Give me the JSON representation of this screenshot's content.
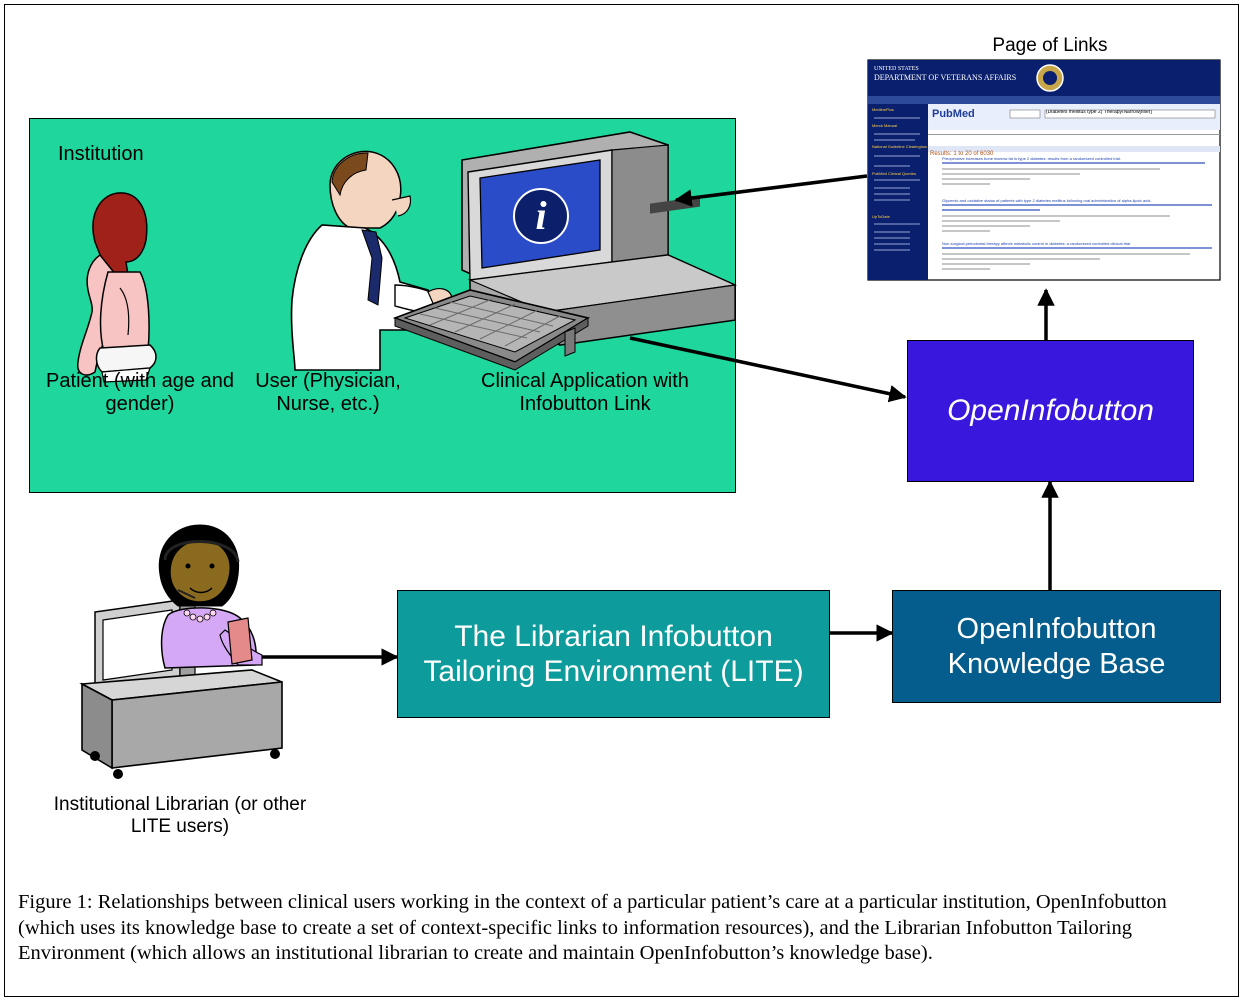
{
  "page_of_links_title": "Page of Links",
  "institution": {
    "label": "Institution",
    "patient": "Patient (with age and gender)",
    "user": "User (Physician, Nurse, etc.)",
    "application": "Clinical Application with Infobutton Link"
  },
  "openinfobutton_label": "OpenInfobutton",
  "kb_label": "OpenInfobutton Knowledge Base",
  "lite_label": "The Librarian Infobutton Tailoring Environment (LITE)",
  "librarian_label": "Institutional Librarian (or other LITE users)",
  "caption": "Figure 1:  Relationships between clinical users working in the context of a particular patient’s care at a particular institution, OpenInfobutton (which uses its knowledge base to create a set of context-specific links to information resources), and the Librarian Infobutton Tailoring Environment (which allows an institutional librarian to create and maintain OpenInfobutton’s knowledge base).",
  "screenshot": {
    "agency_line1": "UNITED STATES",
    "agency_line2": "DEPARTMENT OF VETERANS AFFAIRS",
    "pubmed_logo": "PubMed",
    "search_query": "(Diabetes mellitus type 2) Therapy/Narrow[filter]",
    "results_header": "Results: 1 to 20 of 6030",
    "sidebar_sections": [
      "MedlinePlus",
      "Merck Manual",
      "National Guideline Clearinghouse",
      "PubMed Clinical Queries",
      "UpToDate"
    ],
    "results": [
      "Preoperative increases bone marrow fat in type 2 diabetes: results from a randomized controlled trial.",
      "Glycemic and oxidative status of patients with type 2 diabetes mellitus following oral administration of alpha-lipoic acid.",
      "Non-surgical periodontal therapy affects metabolic control in diabetes: a randomized controlled clinical trial."
    ]
  },
  "colors": {
    "institution_bg": "#1fd69c",
    "openinfobutton_bg": "#3a17dd",
    "kb_bg": "#045d8c",
    "lite_bg": "#0e9b9b"
  }
}
